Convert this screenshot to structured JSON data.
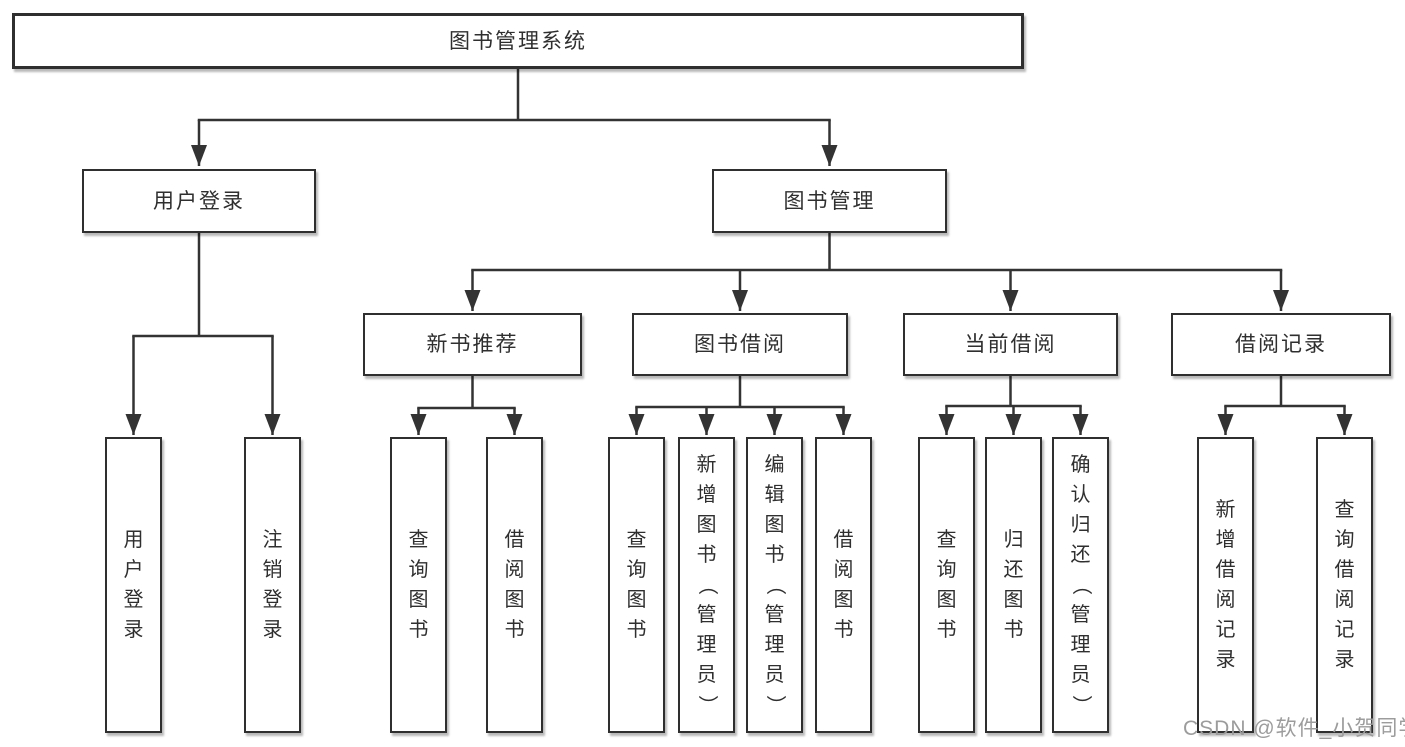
{
  "diagram": {
    "root": {
      "label": "图书管理系统"
    },
    "level2": [
      {
        "label": "用户登录",
        "children": [
          {
            "label": "用户登录"
          },
          {
            "label": "注销登录"
          }
        ]
      },
      {
        "label": "图书管理",
        "children": [
          {
            "label": "新书推荐",
            "children": [
              {
                "label": "查询图书"
              },
              {
                "label": "借阅图书"
              }
            ]
          },
          {
            "label": "图书借阅",
            "children": [
              {
                "label": "查询图书"
              },
              {
                "label": "新增图书（管理员）"
              },
              {
                "label": "编辑图书（管理员）"
              },
              {
                "label": "借阅图书"
              }
            ]
          },
          {
            "label": "当前借阅",
            "children": [
              {
                "label": "查询图书"
              },
              {
                "label": "归还图书"
              },
              {
                "label": "确认归还（管理员）"
              }
            ]
          },
          {
            "label": "借阅记录",
            "children": [
              {
                "label": "新增借阅记录"
              },
              {
                "label": "查询借阅记录"
              }
            ]
          }
        ]
      }
    ]
  },
  "watermark": {
    "text": "CSDN @软件_小贺同学"
  },
  "colors": {
    "line": "#333333",
    "box_border": "#2f2f2f",
    "box_fill": "#ffffff",
    "text": "#2f2f2f",
    "watermark": "#9c9c9c",
    "background": "#ffffff"
  }
}
